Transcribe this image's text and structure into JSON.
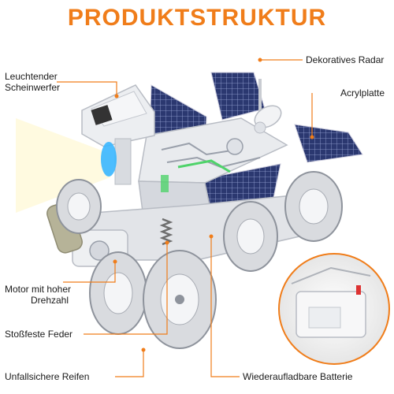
{
  "title": "PRODUKTSTRUKTUR",
  "colors": {
    "accent": "#f07d1a",
    "line": "#f07d1a",
    "rover_body": "#e9ebee",
    "panel": "#2b3870",
    "wheel": "#d9dbdf",
    "glow": "#4fd36a",
    "lamp": "#39b6ff"
  },
  "labels": {
    "headlight_line1": "Leuchtender",
    "headlight_line2": "Scheinwerfer",
    "radar": "Dekoratives Radar",
    "acrylic": "Acrylplatte",
    "motor_line1": "Motor mit hoher",
    "motor_line2": "Drehzahl",
    "spring": "Stoßfeste Feder",
    "tires": "Unfallsichere Reifen",
    "battery": "Wiederaufladbare Batterie"
  }
}
